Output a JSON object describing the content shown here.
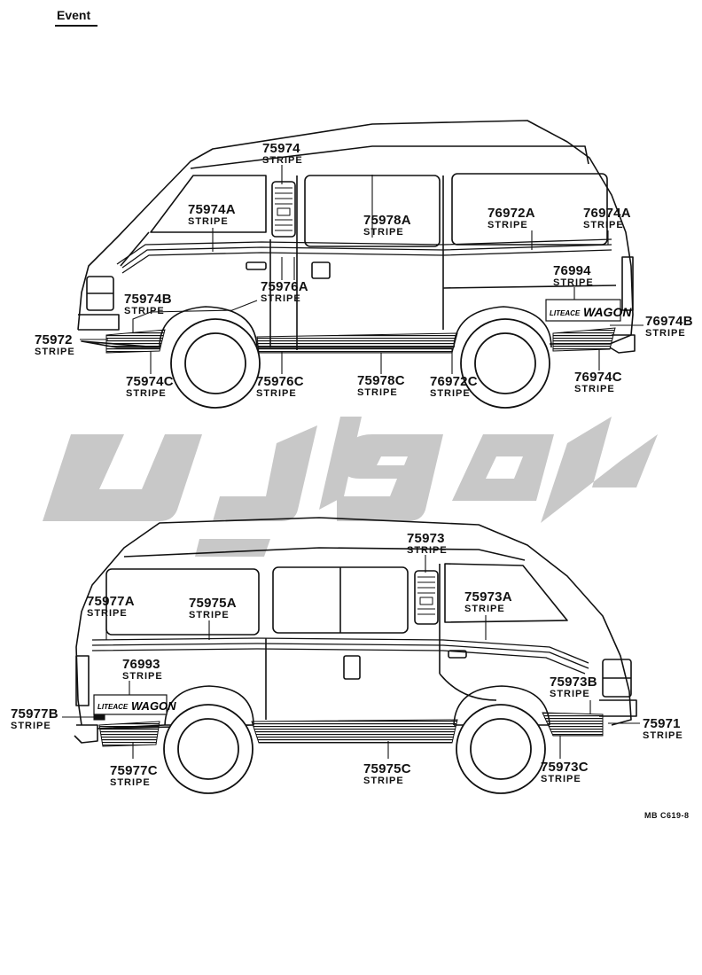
{
  "header": {
    "label": "Event"
  },
  "watermark": {
    "color": "#c8c8c8"
  },
  "top_view": {
    "badge_text": {
      "small": "LITEACE",
      "large": "WAGON"
    },
    "callouts": [
      {
        "part": "75974",
        "desc": "STRIPE"
      },
      {
        "part": "75974A",
        "desc": "STRIPE"
      },
      {
        "part": "75978A",
        "desc": "STRIPE"
      },
      {
        "part": "76972A",
        "desc": "STRIPE"
      },
      {
        "part": "76974A",
        "desc": "STRIPE"
      },
      {
        "part": "76994",
        "desc": "STRIPE"
      },
      {
        "part": "75976A",
        "desc": "STRIPE"
      },
      {
        "part": "75974B",
        "desc": "STRIPE"
      },
      {
        "part": "75972",
        "desc": "STRIPE"
      },
      {
        "part": "76974B",
        "desc": "STRIPE"
      },
      {
        "part": "75974C",
        "desc": "STRIPE"
      },
      {
        "part": "75976C",
        "desc": "STRIPE"
      },
      {
        "part": "75978C",
        "desc": "STRIPE"
      },
      {
        "part": "76972C",
        "desc": "STRIPE"
      },
      {
        "part": "76974C",
        "desc": "STRIPE"
      }
    ]
  },
  "bottom_view": {
    "badge_text": {
      "small": "LITEACE",
      "large": "WAGON"
    },
    "callouts": [
      {
        "part": "75973",
        "desc": "STRIPE"
      },
      {
        "part": "75977A",
        "desc": "STRIPE"
      },
      {
        "part": "75975A",
        "desc": "STRIPE"
      },
      {
        "part": "75973A",
        "desc": "STRIPE"
      },
      {
        "part": "76993",
        "desc": "STRIPE"
      },
      {
        "part": "75977B",
        "desc": "STRIPE"
      },
      {
        "part": "75973B",
        "desc": "STRIPE"
      },
      {
        "part": "75971",
        "desc": "STRIPE"
      },
      {
        "part": "75977C",
        "desc": "STRIPE"
      },
      {
        "part": "75975C",
        "desc": "STRIPE"
      },
      {
        "part": "75973C",
        "desc": "STRIPE"
      }
    ]
  },
  "drawing_code": "MB  C619-8"
}
